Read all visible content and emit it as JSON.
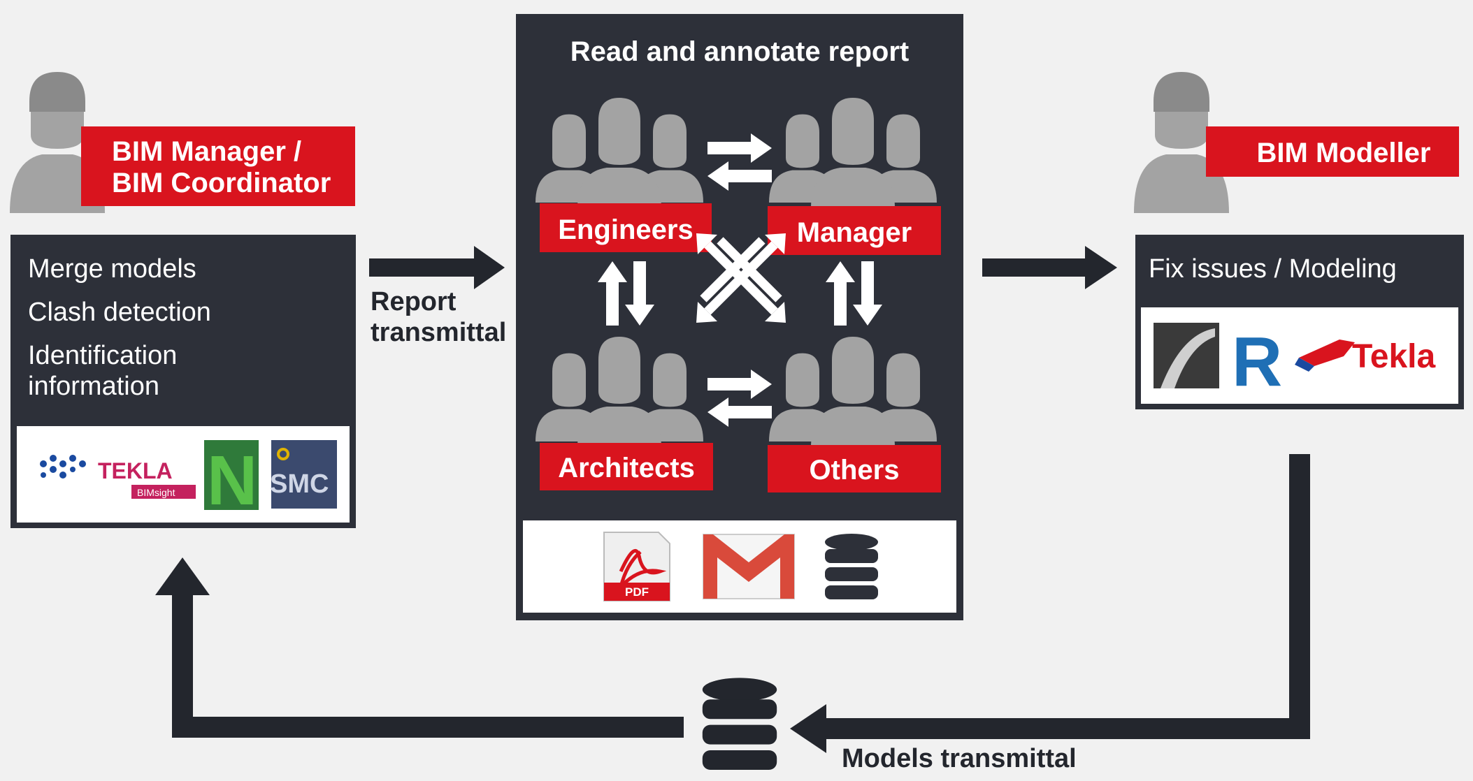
{
  "colors": {
    "background": "#f1f1f1",
    "panel_dark": "#2d3039",
    "accent_red": "#d9141e",
    "person_grey": "#a3a3a3",
    "arrow_dark": "#23262d"
  },
  "left": {
    "role_line1": "BIM Manager /",
    "role_line2": "BIM Coordinator",
    "tasks": [
      "Merge models",
      "Clash detection",
      "Identification",
      "information"
    ],
    "logos": {
      "tekla_word": "TEKLA",
      "tekla_sub": "BIMsight",
      "navisworks_letter": "N",
      "smc_word": "SMC",
      "icons": [
        "trimble-icon",
        "tekla-bimsight-logo",
        "navisworks-logo",
        "solibri-smc-logo"
      ]
    }
  },
  "center": {
    "title": "Read and annotate report",
    "groups": [
      "Engineers",
      "Manager",
      "Architects",
      "Others"
    ],
    "pdf_label": "PDF",
    "icons": [
      "pdf-icon",
      "gmail-icon",
      "database-icon"
    ]
  },
  "right": {
    "role": "BIM Modeller",
    "task": "Fix issues / Modeling",
    "tekla_word": "Tekla",
    "revit_letter": "R",
    "icons": [
      "archicad-icon",
      "revit-icon",
      "tekla-icon"
    ]
  },
  "flows": {
    "report_line1": "Report",
    "report_line2": "transmittal",
    "models": "Models transmittal",
    "icons": [
      "database-icon"
    ]
  }
}
